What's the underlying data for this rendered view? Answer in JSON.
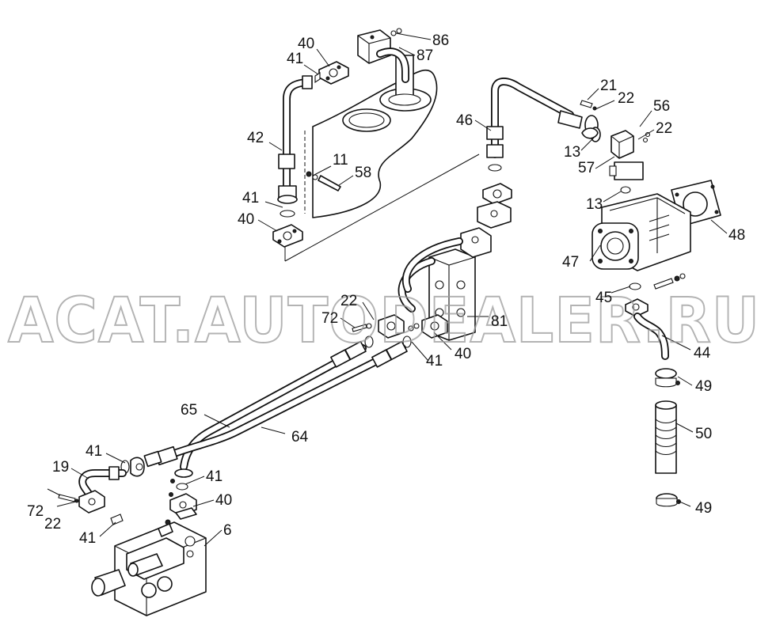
{
  "watermark": "ACAT.AUTODEALER.RU",
  "colors": {
    "line": "#111111",
    "background": "#ffffff",
    "watermark": "#9a9a9a"
  },
  "callouts": [
    {
      "id": "c-40-top",
      "text": "40"
    },
    {
      "id": "c-41-top",
      "text": "41"
    },
    {
      "id": "c-86",
      "text": "86"
    },
    {
      "id": "c-87",
      "text": "87"
    },
    {
      "id": "c-42",
      "text": "42"
    },
    {
      "id": "c-11",
      "text": "11"
    },
    {
      "id": "c-58",
      "text": "58"
    },
    {
      "id": "c-41-mid",
      "text": "41"
    },
    {
      "id": "c-40-mid",
      "text": "40"
    },
    {
      "id": "c-46",
      "text": "46"
    },
    {
      "id": "c-21",
      "text": "21"
    },
    {
      "id": "c-22-a",
      "text": "22"
    },
    {
      "id": "c-56",
      "text": "56"
    },
    {
      "id": "c-22-b",
      "text": "22"
    },
    {
      "id": "c-13-a",
      "text": "13"
    },
    {
      "id": "c-57",
      "text": "57"
    },
    {
      "id": "c-13-b",
      "text": "13"
    },
    {
      "id": "c-48",
      "text": "48"
    },
    {
      "id": "c-47",
      "text": "47"
    },
    {
      "id": "c-45",
      "text": "45"
    },
    {
      "id": "c-22-c",
      "text": "22"
    },
    {
      "id": "c-72-a",
      "text": "72"
    },
    {
      "id": "c-81",
      "text": "81"
    },
    {
      "id": "c-40-r",
      "text": "40"
    },
    {
      "id": "c-41-r",
      "text": "41"
    },
    {
      "id": "c-44",
      "text": "44"
    },
    {
      "id": "c-49-a",
      "text": "49"
    },
    {
      "id": "c-65",
      "text": "65"
    },
    {
      "id": "c-64",
      "text": "64"
    },
    {
      "id": "c-50",
      "text": "50"
    },
    {
      "id": "c-41-lt",
      "text": "41"
    },
    {
      "id": "c-19",
      "text": "19"
    },
    {
      "id": "c-41-lm",
      "text": "41"
    },
    {
      "id": "c-40-lm",
      "text": "40"
    },
    {
      "id": "c-72-b",
      "text": "72"
    },
    {
      "id": "c-22-d",
      "text": "22"
    },
    {
      "id": "c-41-lb",
      "text": "41"
    },
    {
      "id": "c-6",
      "text": "6"
    },
    {
      "id": "c-49-b",
      "text": "49"
    }
  ]
}
